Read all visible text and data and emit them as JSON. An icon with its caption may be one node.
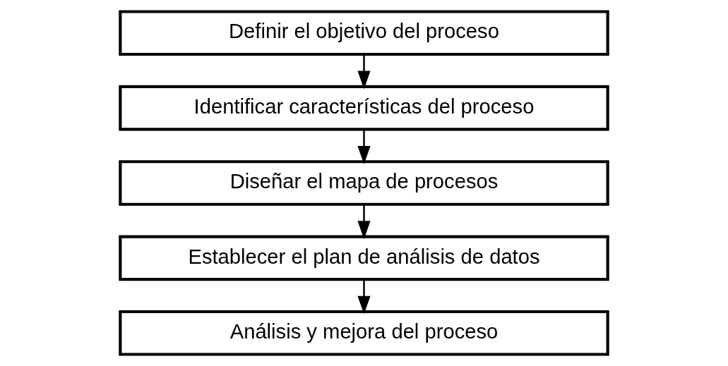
{
  "diagram": {
    "nodes": [
      {
        "text": [
          "Definir el objetivo del proceso"
        ]
      },
      {
        "text": [
          "Identificar características del proceso"
        ]
      },
      {
        "text": [
          "Diseñar el mapa de procesos"
        ]
      },
      {
        "text": [
          "Establecer el plan de análisis de datos"
        ]
      },
      {
        "text": [
          "Análisis y mejora del proceso"
        ]
      }
    ],
    "edges": [
      {
        "from": 0,
        "to": 1,
        "arrow": "to"
      },
      {
        "from": 1,
        "to": 2,
        "arrow": "to"
      },
      {
        "from": 2,
        "to": 3,
        "arrow": "to"
      },
      {
        "from": 3,
        "to": 4,
        "arrow": "to"
      }
    ]
  }
}
